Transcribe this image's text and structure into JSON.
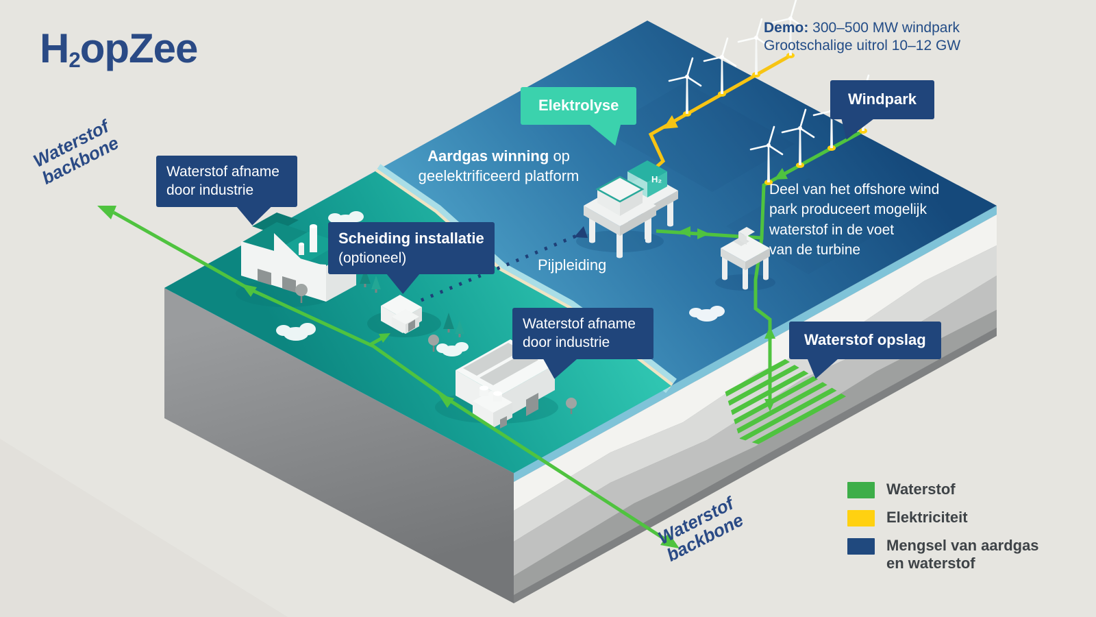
{
  "title": {
    "h": "H",
    "sub": "2",
    "rest": "opZee"
  },
  "demo": {
    "bold": "Demo:",
    "line1_rest": " 300–500 MW windpark",
    "line2": "Grootschalige uitrol 10–12 GW"
  },
  "backbone": {
    "line1": "Waterstof",
    "line2": "backbone"
  },
  "labels": {
    "windpark": "Windpark",
    "elektrolyse": "Elektrolyse",
    "afname_industrie": {
      "line1": "Waterstof afname",
      "line2": "door industrie"
    },
    "scheiding": {
      "line1": "Scheiding installatie",
      "line2": "(optioneel)"
    },
    "opslag": "Waterstof opslag"
  },
  "annotations": {
    "aardgas": {
      "bold": "Aardgas winning",
      "rest": " op",
      "line2": "geelektrificeerd platform"
    },
    "pijpleiding": "Pijpleiding",
    "deel": {
      "line1": "Deel van het offshore wind",
      "line2": "park produceert mogelijk",
      "line3": "waterstof in de voet",
      "line4": "van de turbine"
    },
    "h2": "H₂"
  },
  "legend": {
    "items": [
      {
        "label": "Waterstof",
        "label2": "",
        "color": "#3DAE49"
      },
      {
        "label": "Elektriciteit",
        "label2": "",
        "color": "#FFD111"
      },
      {
        "label": "Mengsel van aardgas",
        "label2": "en waterstof",
        "color": "#20497E"
      }
    ]
  },
  "colors": {
    "background": "#E6E5E0",
    "sea_dark": "#15497B",
    "sea_light": "#55ACD0",
    "land_teal": "#17A296",
    "label_navy": "#20457B",
    "elektrolyse_teal": "#3BD2AD",
    "hydrogen_green": "#4FC33F",
    "electricity_yellow": "#F7C413",
    "title_blue": "#2A4A85"
  }
}
